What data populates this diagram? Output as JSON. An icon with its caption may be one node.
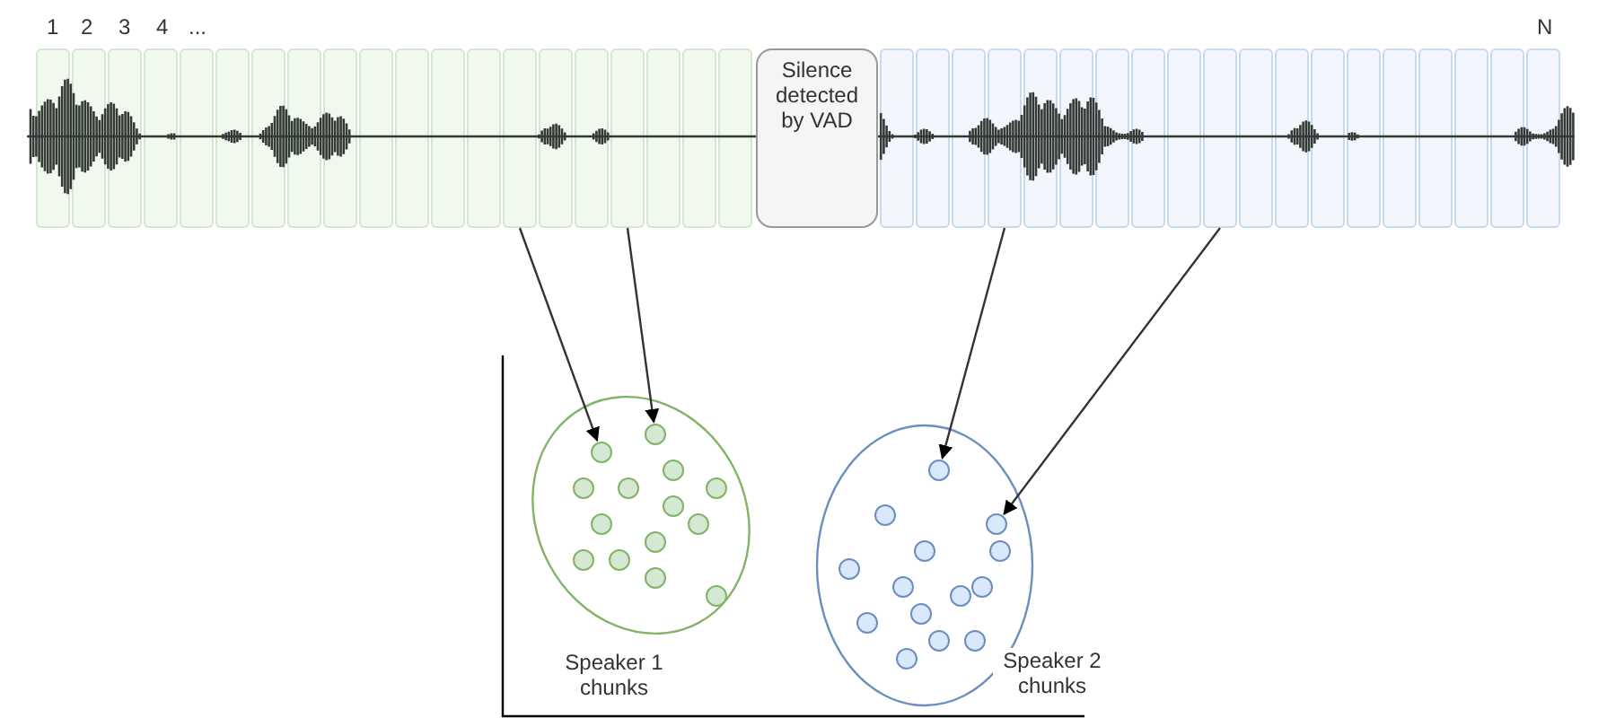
{
  "diagram": {
    "nodes": [
      {
        "text": [],
        "shape": "box"
      },
      {
        "text": [],
        "shape": "box"
      },
      {
        "text": [],
        "shape": "box"
      },
      {
        "text": [],
        "shape": "box"
      },
      {
        "text": [],
        "shape": "box"
      },
      {
        "text": [],
        "shape": "box"
      },
      {
        "text": [],
        "shape": "box"
      },
      {
        "text": [],
        "shape": "box"
      },
      {
        "text": [],
        "shape": "box"
      },
      {
        "text": [],
        "shape": "box"
      },
      {
        "text": [],
        "shape": "box"
      },
      {
        "text": [],
        "shape": "box"
      },
      {
        "text": [],
        "shape": "box"
      },
      {
        "text": [],
        "shape": "box"
      },
      {
        "text": [],
        "shape": "box"
      },
      {
        "text": [],
        "shape": "box"
      },
      {
        "text": [],
        "shape": "box"
      },
      {
        "text": [],
        "shape": "box"
      },
      {
        "text": [],
        "shape": "box"
      },
      {
        "text": [],
        "shape": "box"
      },
      {
        "text": [
          "Silence detected by VAD"
        ]
      },
      {
        "text": [],
        "shape": "box"
      },
      {
        "text": [],
        "shape": "box"
      },
      {
        "text": [],
        "shape": "box"
      },
      {
        "text": [],
        "shape": "box"
      },
      {
        "text": [],
        "shape": "box"
      },
      {
        "text": [],
        "shape": "box"
      },
      {
        "text": [],
        "shape": "box"
      },
      {
        "text": [],
        "shape": "box"
      },
      {
        "text": [],
        "shape": "box"
      },
      {
        "text": [],
        "shape": "box"
      },
      {
        "text": [],
        "shape": "box"
      },
      {
        "text": [],
        "shape": "box"
      },
      {
        "text": [],
        "shape": "box"
      },
      {
        "text": [],
        "shape": "box"
      },
      {
        "text": [],
        "shape": "box"
      },
      {
        "text": [],
        "shape": "box"
      },
      {
        "text": [],
        "shape": "box"
      },
      {
        "text": [],
        "shape": "box"
      },
      {
        "text": [],
        "shape": "box"
      },
      {
        "text": [
          "Speaker 1 chunks"
        ]
      },
      {
        "text": [],
        "shape": "circle",
        "in": 40
      },
      {
        "text": [],
        "shape": "circle",
        "in": 40
      },
      {
        "text": [],
        "shape": "circle",
        "in": 40
      },
      {
        "text": [],
        "shape": "circle",
        "in": 40
      },
      {
        "text": [],
        "shape": "circle",
        "in": 40
      },
      {
        "text": [],
        "shape": "circle",
        "in": 40
      },
      {
        "text": [],
        "shape": "circle",
        "in": 40
      },
      {
        "text": [],
        "shape": "circle",
        "in": 40
      },
      {
        "text": [],
        "shape": "circle",
        "in": 40
      },
      {
        "text": [],
        "shape": "circle",
        "in": 40
      },
      {
        "text": [],
        "shape": "circle",
        "in": 40
      },
      {
        "text": [],
        "shape": "circle",
        "in": 40
      },
      {
        "text": [],
        "shape": "circle",
        "in": 40
      },
      {
        "text": [],
        "shape": "circle",
        "in": 40
      },
      {
        "text": [
          "Speaker 2 chunks"
        ]
      },
      {
        "text": [],
        "shape": "circle",
        "in": 55
      },
      {
        "text": [],
        "shape": "circle",
        "in": 55
      },
      {
        "text": [],
        "shape": "circle",
        "in": 55
      },
      {
        "text": [],
        "shape": "circle",
        "in": 55
      },
      {
        "text": [],
        "shape": "circle",
        "in": 55
      },
      {
        "text": [],
        "shape": "circle",
        "in": 55
      },
      {
        "text": [],
        "shape": "circle",
        "in": 55
      },
      {
        "text": [],
        "shape": "circle",
        "in": 55
      },
      {
        "text": [],
        "shape": "circle",
        "in": 55
      },
      {
        "text": [],
        "shape": "circle",
        "in": 55
      },
      {
        "text": [],
        "shape": "circle",
        "in": 55
      },
      {
        "text": [],
        "shape": "circle",
        "in": 55
      },
      {
        "text": [],
        "shape": "circle",
        "in": 55
      },
      {
        "text": [],
        "shape": "circle",
        "in": 55
      }
    ],
    "edges": [
      {
        "from": 13,
        "to": 42,
        "arrow": "to"
      },
      {
        "from": 16,
        "to": 41,
        "arrow": "to"
      },
      {
        "from": 24,
        "to": 56,
        "arrow": "to"
      },
      {
        "from": 30,
        "to": 58,
        "arrow": "to"
      }
    ],
    "labels": [
      "1",
      "2",
      "3",
      "4",
      "...",
      "N"
    ]
  }
}
